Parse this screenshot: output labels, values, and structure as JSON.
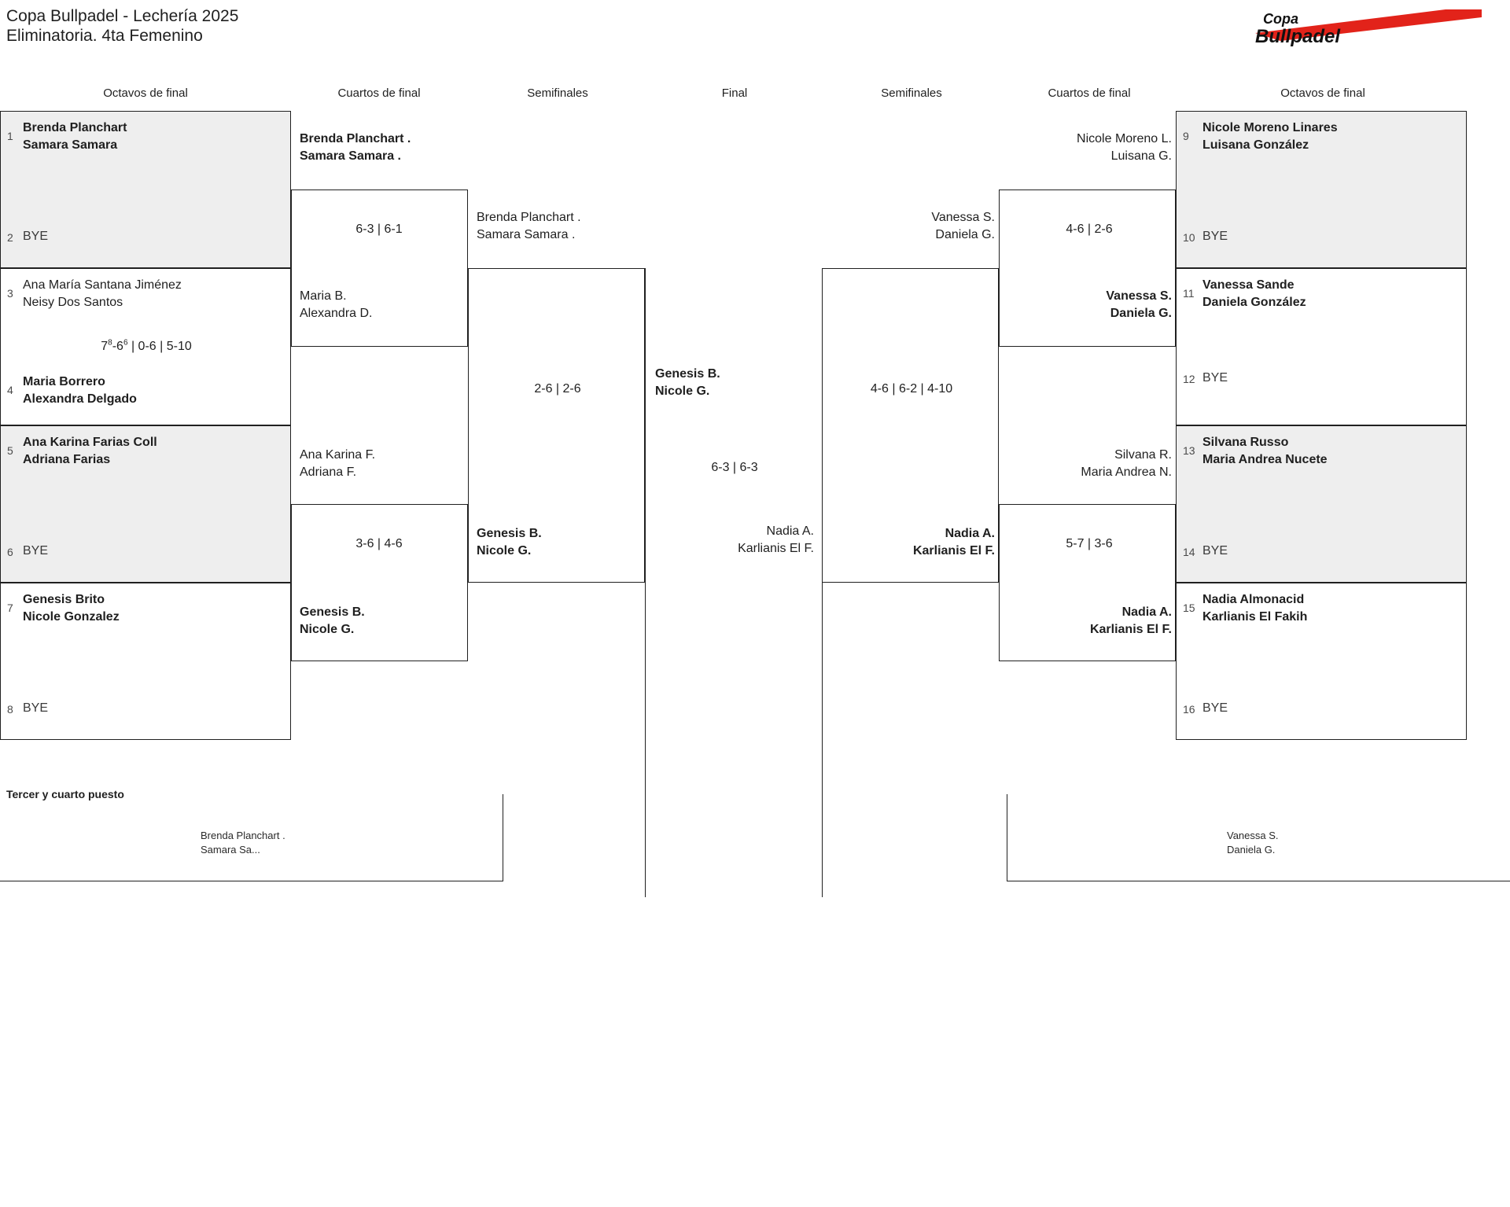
{
  "header": {
    "title_line1": "Copa Bullpadel - Lechería 2025",
    "title_line2": "Eliminatoria. 4ta Femenino"
  },
  "logo": {
    "word1": "Copa",
    "word2": "Bullpadel",
    "alt": "copa-bullpadel-logo"
  },
  "round_titles": {
    "left_r16": "Octavos de final",
    "left_qf": "Cuartos de final",
    "left_sf": "Semifinales",
    "final": "Final",
    "right_sf": "Semifinales",
    "right_qf": "Cuartos de final",
    "right_r16": "Octavos de final"
  },
  "bye_label": "BYE",
  "third_place": {
    "label": "Tercer y cuarto puesto",
    "left_team_line1": "Brenda Planchart .",
    "left_team_line2": "Samara Sa...",
    "right_team_line1": "Vanessa S.",
    "right_team_line2": "Daniela G."
  },
  "left_bracket": {
    "r16": [
      {
        "seed": "1",
        "line1": "Brenda Planchart",
        "line2": "Samara Samara",
        "winner": true,
        "bye": false
      },
      {
        "seed": "2",
        "line1": "BYE",
        "line2": "",
        "winner": false,
        "bye": true
      },
      {
        "seed": "3",
        "line1": "Ana María Santana Jiménez",
        "line2": "Neisy Dos Santos",
        "winner": false,
        "bye": false
      },
      {
        "seed": "4",
        "line1": "Maria Borrero",
        "line2": "Alexandra Delgado",
        "winner": true,
        "bye": false
      },
      {
        "seed": "5",
        "line1": "Ana Karina Farias Coll",
        "line2": "Adriana Farias",
        "winner": true,
        "bye": false
      },
      {
        "seed": "6",
        "line1": "BYE",
        "line2": "",
        "winner": false,
        "bye": true
      },
      {
        "seed": "7",
        "line1": "Genesis Brito",
        "line2": "Nicole Gonzalez",
        "winner": true,
        "bye": false
      },
      {
        "seed": "8",
        "line1": "BYE",
        "line2": "",
        "winner": false,
        "bye": true
      }
    ],
    "r16_scores": [
      "",
      "7<sup>8</sup>-6<sup>6</sup> | 0-6 | 5-10",
      "",
      ""
    ],
    "qf": [
      {
        "line1": "Brenda Planchart .",
        "line2": "Samara Samara .",
        "winner": true
      },
      {
        "line1": "Maria B.",
        "line2": "Alexandra D.",
        "winner": false
      },
      {
        "line1": "Ana Karina F.",
        "line2": "Adriana F.",
        "winner": false
      },
      {
        "line1": "Genesis B.",
        "line2": "Nicole G.",
        "winner": true
      }
    ],
    "qf_scores": [
      "6-3 | 6-1",
      "3-6 | 4-6"
    ],
    "sf": [
      {
        "line1": "Brenda Planchart .",
        "line2": "Samara Samara .",
        "winner": false
      },
      {
        "line1": "Genesis B.",
        "line2": "Nicole G.",
        "winner": true
      }
    ],
    "sf_scores": [
      "2-6 | 2-6"
    ]
  },
  "right_bracket": {
    "r16": [
      {
        "seed": "9",
        "line1": "Nicole Moreno Linares",
        "line2": "Luisana González",
        "winner": true,
        "bye": false
      },
      {
        "seed": "10",
        "line1": "BYE",
        "line2": "",
        "winner": false,
        "bye": true
      },
      {
        "seed": "11",
        "line1": "Vanessa Sande",
        "line2": "Daniela González",
        "winner": true,
        "bye": false
      },
      {
        "seed": "12",
        "line1": "BYE",
        "line2": "",
        "winner": false,
        "bye": true
      },
      {
        "seed": "13",
        "line1": "Silvana Russo",
        "line2": "Maria Andrea Nucete",
        "winner": true,
        "bye": false
      },
      {
        "seed": "14",
        "line1": "BYE",
        "line2": "",
        "winner": false,
        "bye": true
      },
      {
        "seed": "15",
        "line1": "Nadia Almonacid",
        "line2": "Karlianis El Fakih",
        "winner": true,
        "bye": false
      },
      {
        "seed": "16",
        "line1": "BYE",
        "line2": "",
        "winner": false,
        "bye": true
      }
    ],
    "qf": [
      {
        "line1": "Nicole Moreno L.",
        "line2": "Luisana G.",
        "winner": false
      },
      {
        "line1": "Vanessa S.",
        "line2": "Daniela G.",
        "winner": true
      },
      {
        "line1": "Silvana R.",
        "line2": "Maria Andrea N.",
        "winner": false
      },
      {
        "line1": "Nadia A.",
        "line2": "Karlianis El F.",
        "winner": true
      }
    ],
    "qf_scores": [
      "4-6 | 2-6",
      "5-7 | 3-6"
    ],
    "sf": [
      {
        "line1": "Vanessa S.",
        "line2": "Daniela G.",
        "winner": false
      },
      {
        "line1": "Nadia A.",
        "line2": "Karlianis El F.",
        "winner": true
      }
    ],
    "sf_scores": [
      "4-6 | 6-2 | 4-10"
    ]
  },
  "final_round": {
    "champion": {
      "line1": "Genesis B.",
      "line2": "Nicole G.",
      "winner": true
    },
    "runner_up": {
      "line1": "Nadia A.",
      "line2": "Karlianis El F.",
      "winner": false
    },
    "score": "6-3 | 6-3"
  }
}
